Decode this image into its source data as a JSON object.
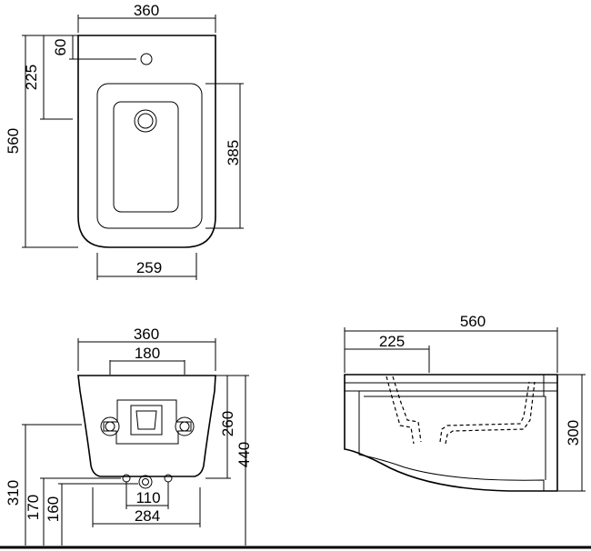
{
  "top_view": {
    "dim_width": "360",
    "dim_hole_offset": "60",
    "dim_bowl_offset": "225",
    "dim_depth": "560",
    "dim_bowl_length": "385",
    "dim_bowl_width": "259"
  },
  "front_view": {
    "dim_width": "360",
    "dim_fixing_span": "180",
    "dim_fixing_height": "260",
    "dim_height": "440",
    "dim_fixing_low": "310",
    "dim_inlet_height": "170",
    "dim_outlet_height": "160",
    "dim_inlet_span": "110",
    "dim_outlet_span": "284"
  },
  "side_view": {
    "dim_depth": "560",
    "dim_inlet_offset": "225",
    "dim_height": "300"
  }
}
